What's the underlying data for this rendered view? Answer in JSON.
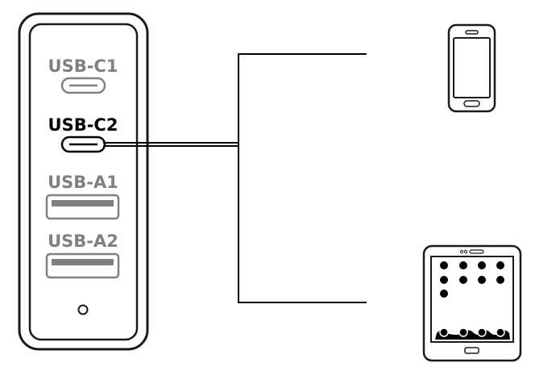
{
  "charger": {
    "ports": [
      {
        "label": "USB-C1",
        "type": "usb-c",
        "active": false
      },
      {
        "label": "USB-C2",
        "type": "usb-c",
        "active": true
      },
      {
        "label": "USB-A1",
        "type": "usb-a",
        "active": false
      },
      {
        "label": "USB-A2",
        "type": "usb-a",
        "active": false
      }
    ],
    "indicator": "led-indicator-icon"
  },
  "devices": [
    {
      "name": "smartphone-icon"
    },
    {
      "name": "tablet-icon"
    }
  ],
  "colors": {
    "active": "#000000",
    "inactive": "#808080",
    "outline": "#1a1a1a"
  }
}
